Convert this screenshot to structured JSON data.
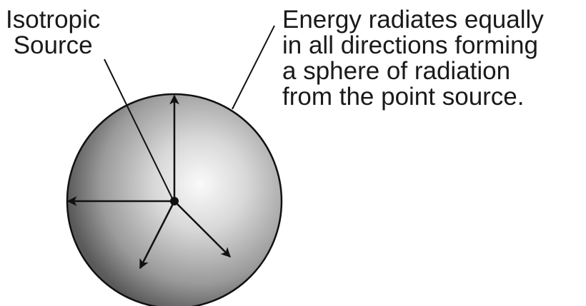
{
  "labels": {
    "source_line1": "Isotropic",
    "source_line2": "Source",
    "desc_line1": "Energy radiates equally",
    "desc_line2": "in all directions forming",
    "desc_line3": "a sphere of radiation",
    "desc_line4": "from the point source."
  },
  "colors": {
    "sphere_highlight": "#fafafa",
    "sphere_shadow": "#4d4d4d",
    "stroke": "#111111"
  }
}
